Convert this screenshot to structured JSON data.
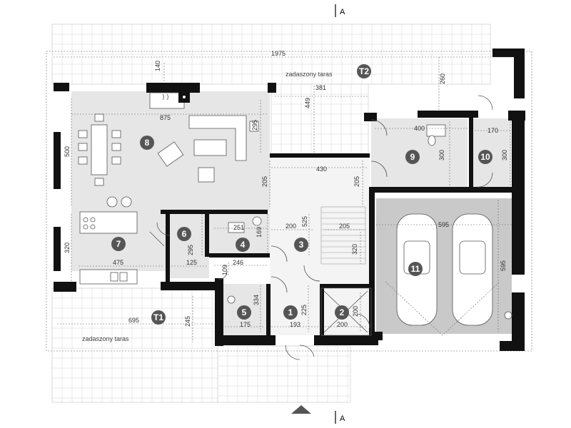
{
  "section_marker": "A",
  "terrace_top": {
    "label": "zadaszony taras",
    "badge": "T2"
  },
  "terrace_bottom": {
    "label": "zadaszony taras",
    "badge": "T1"
  },
  "rooms": [
    {
      "id": "1",
      "name": "room-1"
    },
    {
      "id": "2",
      "name": "room-2"
    },
    {
      "id": "3",
      "name": "room-3"
    },
    {
      "id": "4",
      "name": "room-4"
    },
    {
      "id": "5",
      "name": "room-5"
    },
    {
      "id": "6",
      "name": "room-6"
    },
    {
      "id": "7",
      "name": "room-7"
    },
    {
      "id": "8",
      "name": "room-8"
    },
    {
      "id": "9",
      "name": "room-9"
    },
    {
      "id": "10",
      "name": "room-10"
    },
    {
      "id": "11",
      "name": "room-11"
    }
  ],
  "dimensions": {
    "overall_width": "1975",
    "top_140": "140",
    "terrace_381": "381",
    "terrace_449": "449",
    "right_260": "260",
    "living_875": "875",
    "living_295": "295",
    "living_500": "500",
    "hall_430": "430",
    "hall_205_left": "205",
    "hall_205_right": "205",
    "room9_400": "400",
    "room9_300": "300",
    "room10_170": "170",
    "room10_300": "300",
    "garage_595_w": "595",
    "garage_595_h": "595",
    "kitchen_320": "320",
    "kitchen_475": "475",
    "room6_295": "295",
    "room6_125": "125",
    "room4_251": "251",
    "room4_169": "169",
    "room3_200": "200",
    "room3_525": "525",
    "stairs_205": "205",
    "stairs_320": "320",
    "corridor_246": "246",
    "corridor_109": "109",
    "room5_334": "334",
    "room5_175": "175",
    "room1_225": "225",
    "room1_193": "193",
    "room2_200_h": "200",
    "room2_200_w": "200",
    "terrace_695": "695",
    "terrace_245": "245"
  }
}
